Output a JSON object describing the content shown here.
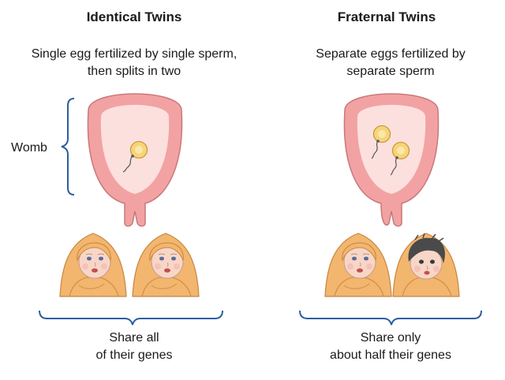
{
  "left": {
    "title": "Identical Twins",
    "desc_line1": "Single egg fertilized by single sperm,",
    "desc_line2": "then splits in two",
    "womb_label": "Womb",
    "share_line1": "Share all",
    "share_line2": "of their genes"
  },
  "right": {
    "title": "Fraternal Twins",
    "desc_line1": "Separate eggs fertilized by",
    "desc_line2": "separate sperm",
    "share_line1": "Share only",
    "share_line2": "about half their genes"
  },
  "colors": {
    "womb_outer": "#f2a2a2",
    "womb_inner": "#fbe0de",
    "egg": "#f6d57a",
    "bracket": "#2c5f9e",
    "blanket": "#f2b66e",
    "skin": "#f7d6c8"
  }
}
